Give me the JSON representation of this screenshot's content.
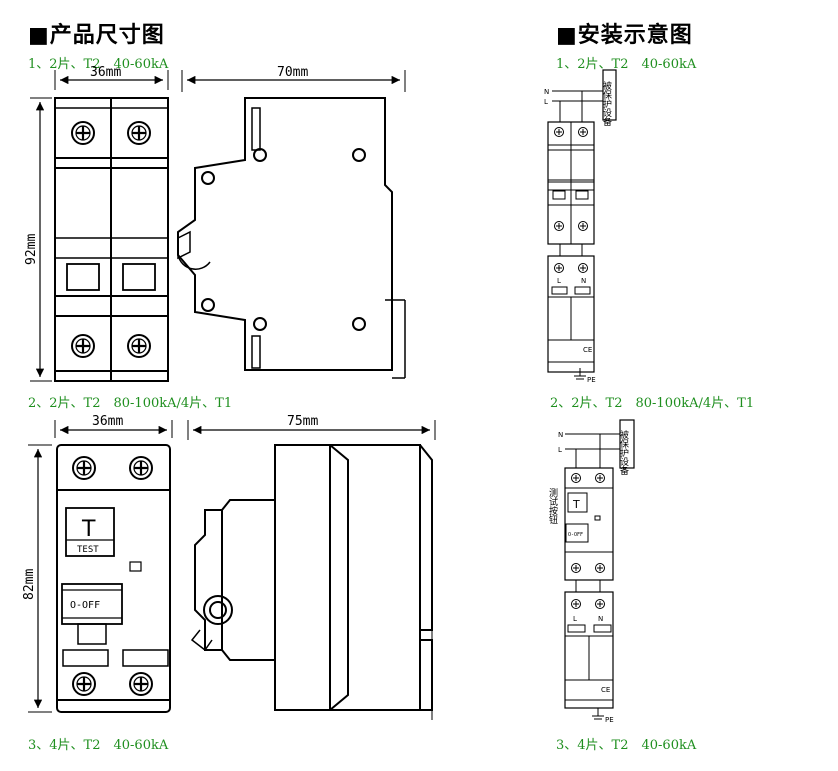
{
  "headings": {
    "dimensions": "■产品尺寸图",
    "installation": "■安装示意图"
  },
  "captions": {
    "top_left": "1、2片、T2　40-60kA",
    "top_right": "1、2片、T2　40-60kA",
    "mid_left": "2、2片、T2　80-100kA/4片、T1",
    "mid_right": "2、2片、T2　80-100kA/4片、T1",
    "bottom_left": "3、4片、T2　40-60kA",
    "bottom_right": "3、4片、T2　40-60kA"
  },
  "dimensions": {
    "top_width": "36mm",
    "top_depth": "70mm",
    "top_height": "92mm",
    "bottom_width": "36mm",
    "bottom_depth": "75mm",
    "bottom_height": "82mm"
  },
  "device_labels": {
    "test_letter": "T",
    "test_word": "TEST",
    "switch_text": "O-OFF"
  },
  "wiring": {
    "line_n": "N",
    "line_l": "L",
    "protected_equipment": "被保护设备",
    "terminal_l": "L",
    "terminal_n": "N",
    "ground": "PE",
    "ce": "CE",
    "test_button_label": "测试按钮"
  }
}
